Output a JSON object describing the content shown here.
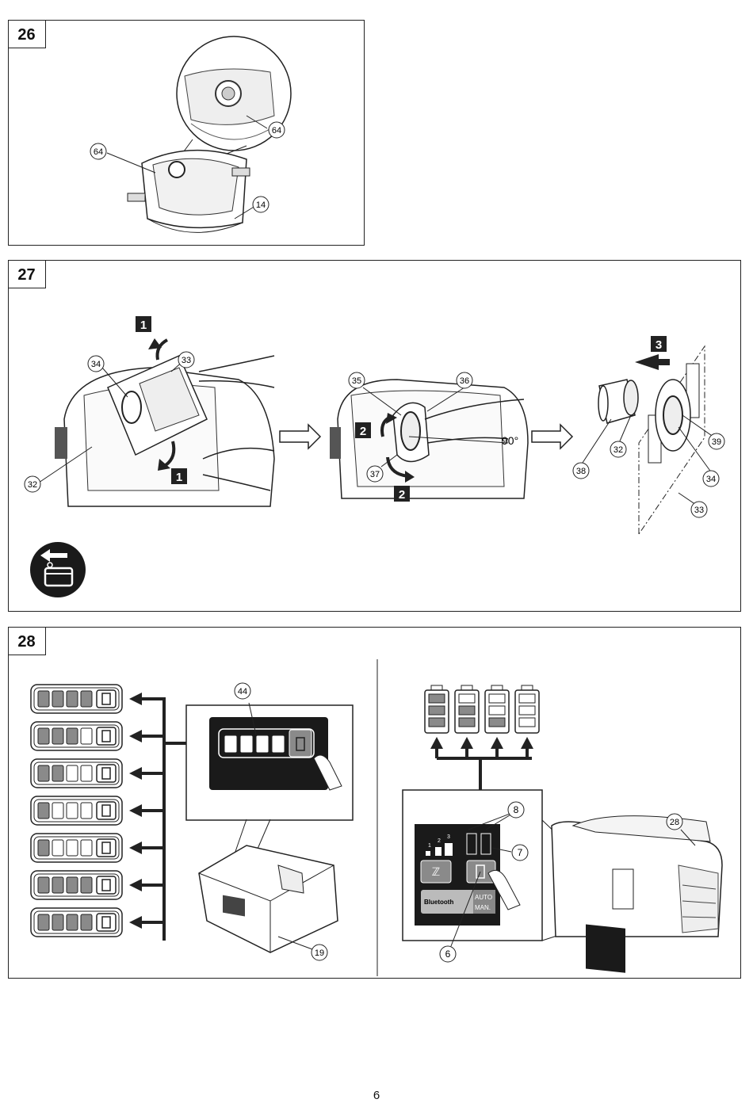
{
  "figures": [
    {
      "number": "26",
      "callouts": [
        "64",
        "64",
        "14"
      ]
    },
    {
      "number": "27",
      "steps": [
        "1",
        "1",
        "2",
        "2",
        "3"
      ],
      "callouts": [
        "34",
        "33",
        "32",
        "35",
        "36",
        "37",
        "38",
        "32",
        "39",
        "34",
        "33"
      ],
      "angle": "90°"
    },
    {
      "number": "28",
      "callouts": [
        "44",
        "19",
        "8",
        "7",
        "6",
        "28"
      ],
      "panel": {
        "bluetooth": "Bluetooth",
        "auto": "AUTO",
        "man": "MAN.",
        "levels": [
          "1",
          "2",
          "3"
        ]
      }
    }
  ],
  "battery_display": {
    "left_levels": [
      4,
      3,
      2,
      1,
      1,
      4,
      4
    ]
  },
  "page": {
    "number": "6"
  },
  "colors": {
    "line": "#222222",
    "panel_dark": "#1a1a1a",
    "cell_fill": "#8a8a8a"
  }
}
